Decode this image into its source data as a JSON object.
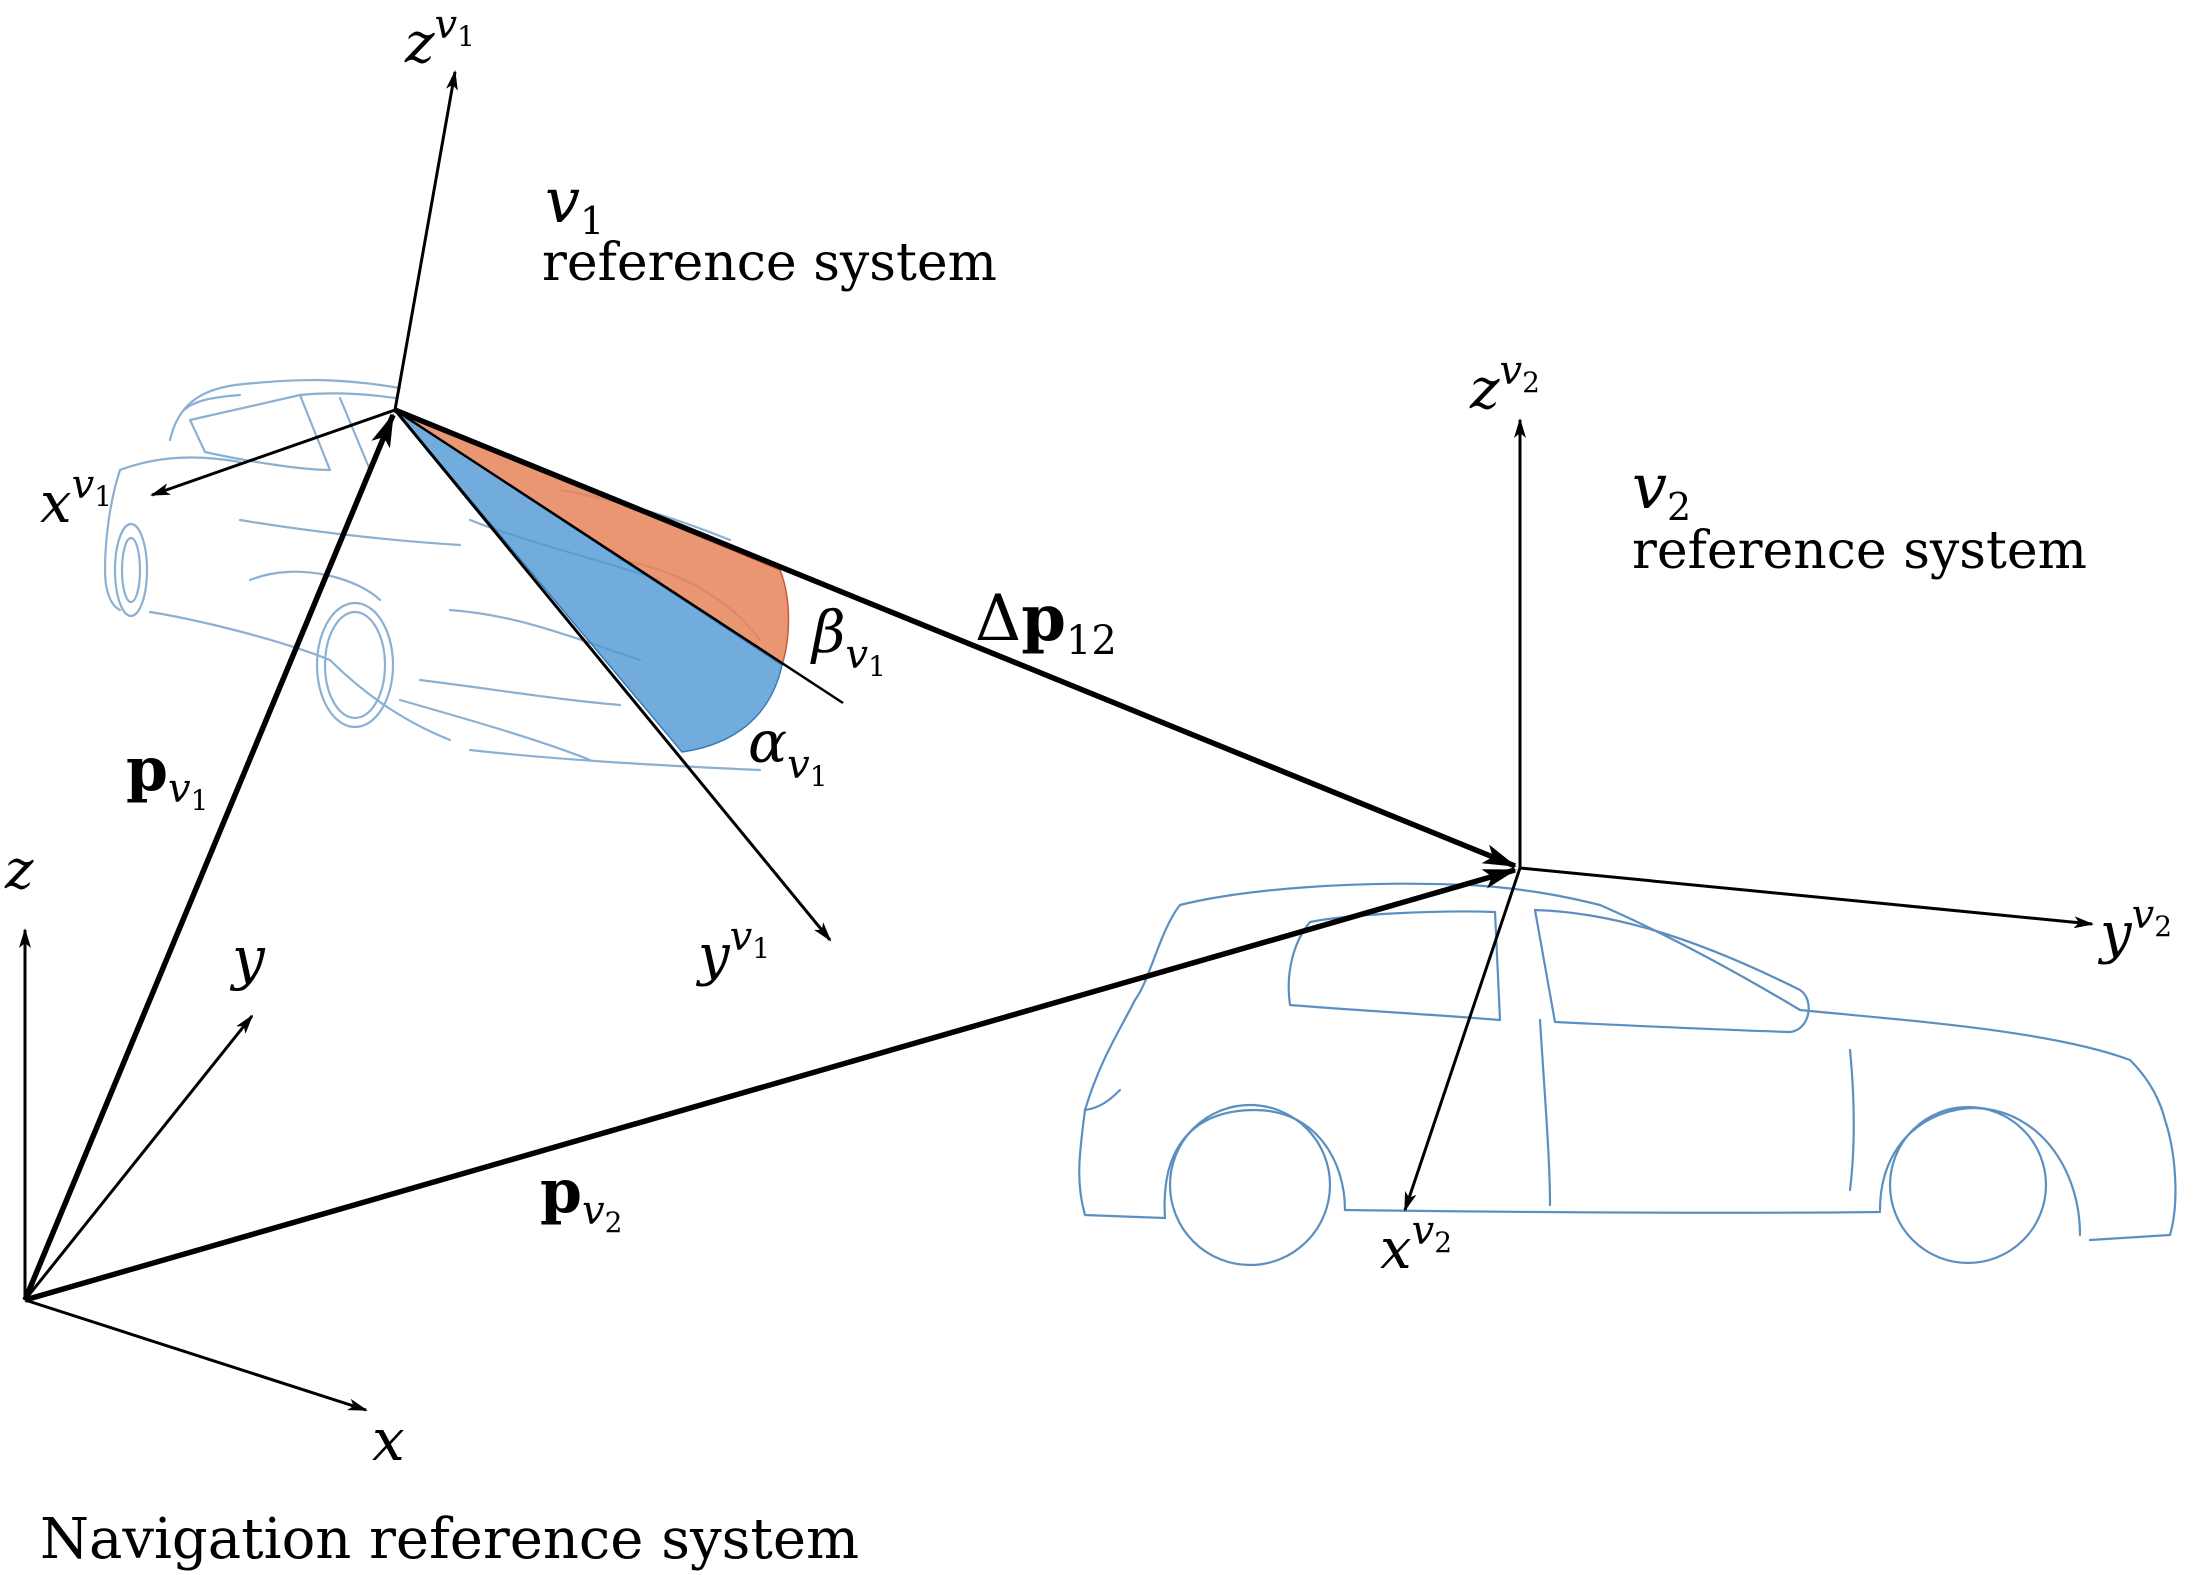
{
  "navigation": {
    "caption": "Navigation reference system",
    "axis_x": "x",
    "axis_y": "y",
    "axis_z": "z"
  },
  "vehicle1": {
    "name": "v",
    "name_sub": "1",
    "caption": "reference system",
    "axis_x": "x",
    "axis_y": "y",
    "axis_z": "z",
    "axis_sup": "v",
    "axis_sup_sub": "1"
  },
  "vehicle2": {
    "name": "v",
    "name_sub": "2",
    "caption": "reference system",
    "axis_x": "x",
    "axis_y": "y",
    "axis_z": "z",
    "axis_sup": "v",
    "axis_sup_sub": "2"
  },
  "vectors": {
    "p_v1": {
      "symbol": "p",
      "sub": "v",
      "sub_sub": "1"
    },
    "p_v2": {
      "symbol": "p",
      "sub": "v",
      "sub_sub": "2"
    },
    "delta_p12": {
      "delta": "Δ",
      "symbol": "p",
      "sub": "12"
    }
  },
  "angles": {
    "alpha": {
      "symbol": "α",
      "sub": "v",
      "sub_sub": "1"
    },
    "beta": {
      "symbol": "β",
      "sub": "v",
      "sub_sub": "1"
    }
  },
  "colors": {
    "alpha_wedge": "#4d97d3",
    "beta_wedge": "#e8845a",
    "car_outline": "#5b8fc0",
    "ink": "#000000"
  }
}
